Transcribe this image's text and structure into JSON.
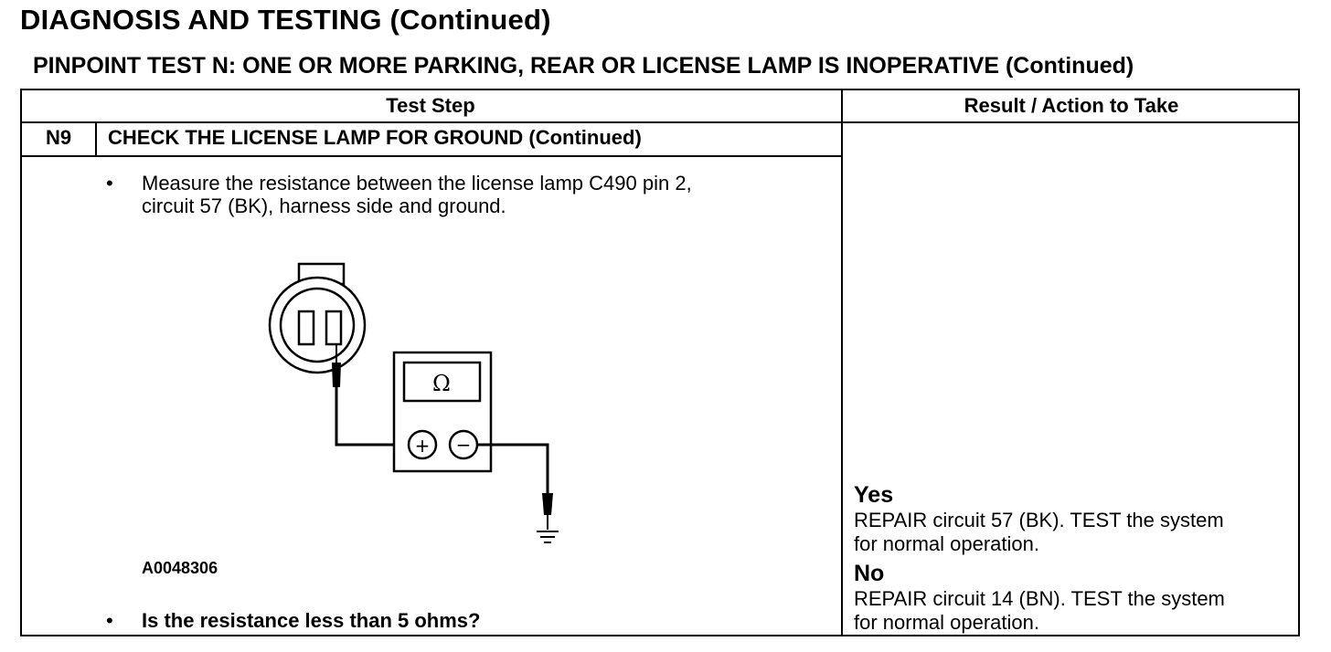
{
  "page_title": "DIAGNOSIS AND TESTING (Continued)",
  "test_title": "PINPOINT TEST N: ONE OR MORE PARKING, REAR OR LICENSE LAMP IS INOPERATIVE (Continued)",
  "table": {
    "col_test_step": "Test Step",
    "col_result": "Result / Action to Take"
  },
  "step": {
    "id": "N9",
    "title": "CHECK THE LICENSE LAMP FOR GROUND (Continued)",
    "bullet": "•",
    "instruction_line1": "Measure the resistance between the license lamp C490 pin 2,",
    "instruction_line2": "circuit 57 (BK), harness side and ground.",
    "figure_id": "A0048306",
    "question": "Is the resistance less than 5 ohms?"
  },
  "diagram": {
    "meter_symbol": "Ω",
    "plus_symbol": "+",
    "minus_symbol": "−"
  },
  "results": {
    "yes_label": "Yes",
    "yes_line1": "REPAIR circuit 57 (BK). TEST the system",
    "yes_line2": "for normal operation.",
    "no_label": "No",
    "no_line1": "REPAIR circuit 14 (BN). TEST the system",
    "no_line2": "for normal operation."
  }
}
